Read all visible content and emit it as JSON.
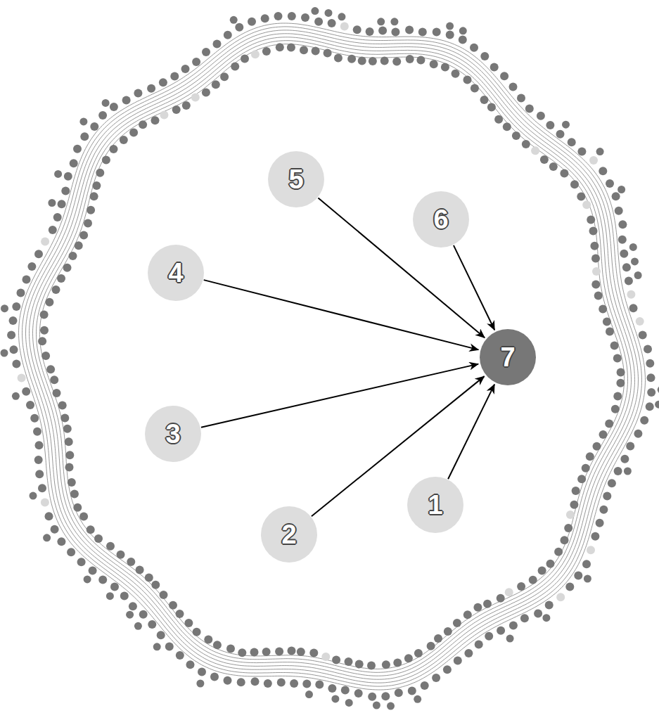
{
  "diagram": {
    "nodes": [
      {
        "text": [
          "1"
        ]
      },
      {
        "text": [
          "2"
        ]
      },
      {
        "text": [
          "3"
        ]
      },
      {
        "text": [
          "4"
        ]
      },
      {
        "text": [
          "5"
        ]
      },
      {
        "text": [
          "6"
        ]
      },
      {
        "text": [
          "7"
        ]
      }
    ],
    "edges": [
      {
        "from": 0,
        "to": 6,
        "arrow": "to"
      },
      {
        "from": 1,
        "to": 6,
        "arrow": "to"
      },
      {
        "from": 2,
        "to": 6,
        "arrow": "to"
      },
      {
        "from": 3,
        "to": 6,
        "arrow": "to"
      },
      {
        "from": 4,
        "to": 6,
        "arrow": "to"
      },
      {
        "from": 5,
        "to": 6,
        "arrow": "to"
      }
    ]
  }
}
